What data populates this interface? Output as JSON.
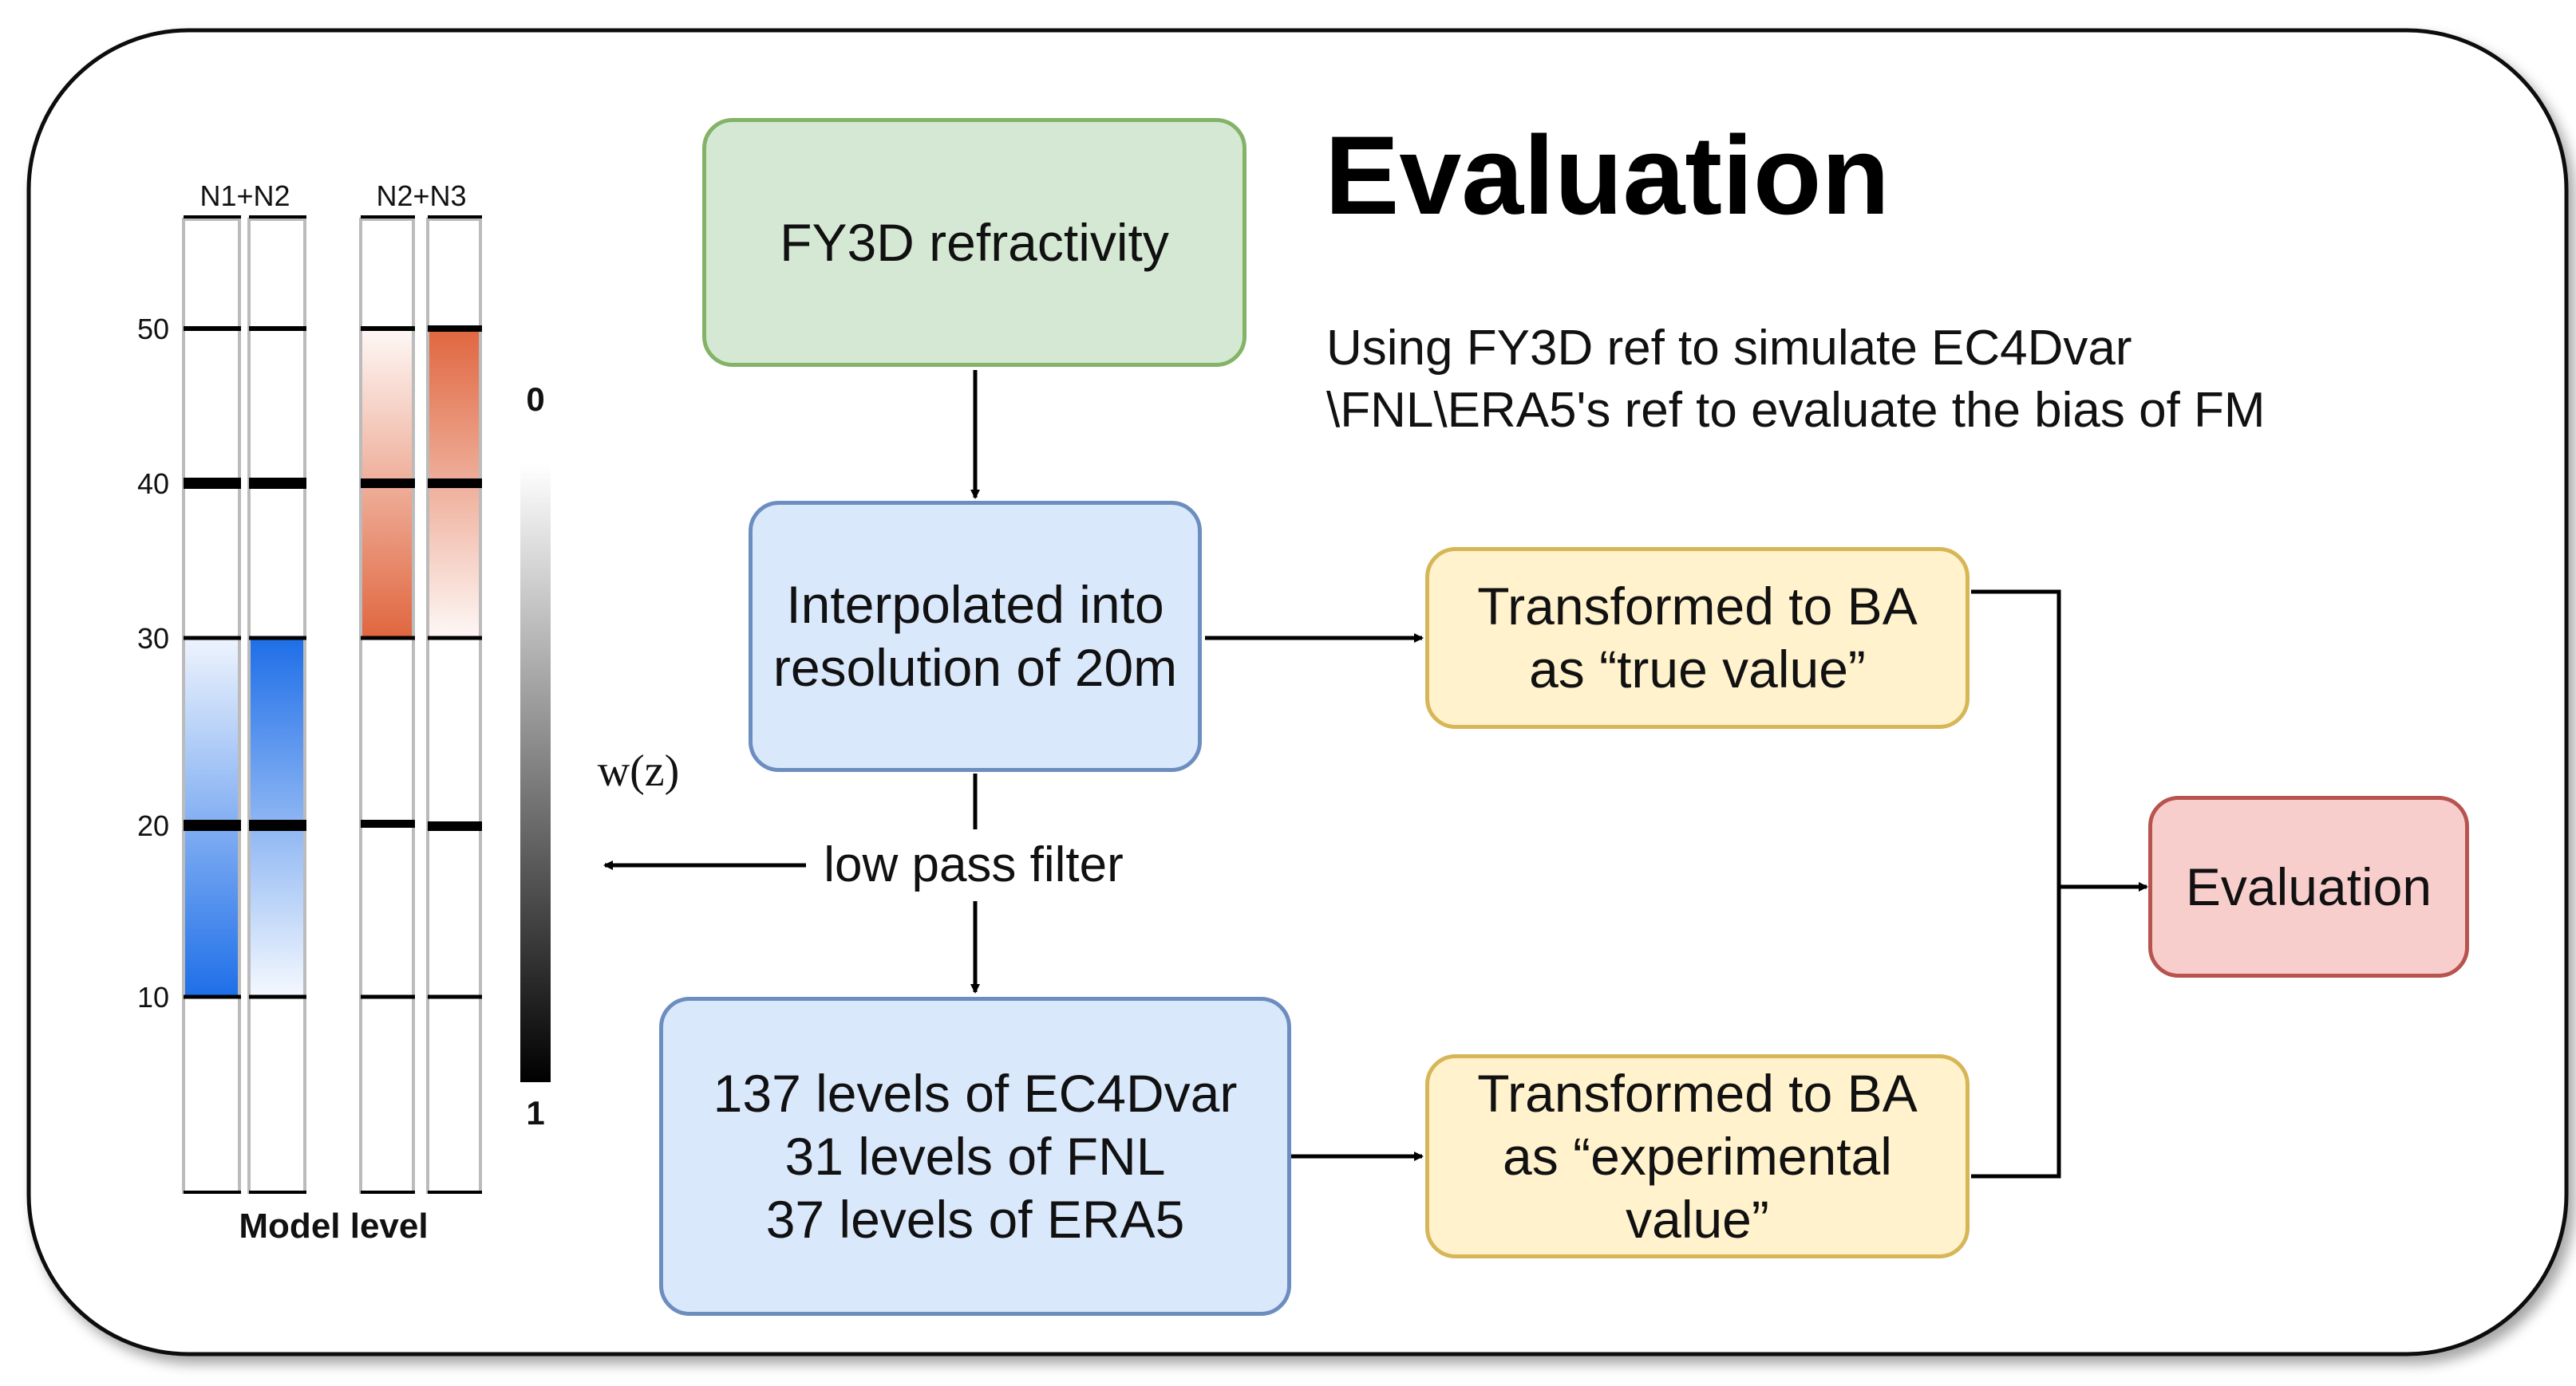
{
  "title": "Evaluation",
  "subtitle": "Using FY3D ref to simulate EC4Dvar\n\\FNL\\ERA5's ref to evaluate the bias of FM",
  "nodes": {
    "fy3d": "FY3D refractivity",
    "interp": "Interpolated into\nresolution of 20m",
    "levels": "137 levels of EC4Dvar\n31 levels of FNL\n37 levels of ERA5",
    "ba_true": "Transformed to BA\nas “true value”",
    "ba_exp": "Transformed to BA\nas “experimental\nvalue”",
    "eval": "Evaluation"
  },
  "edge_labels": {
    "low_pass": "low pass filter"
  },
  "level_chart": {
    "group_labels": [
      "N1+N2",
      "N2+N3"
    ],
    "y_ticks": [
      "50",
      "40",
      "30",
      "20",
      "10"
    ],
    "xlabel": "Model level",
    "colorbar": {
      "label": "w(z)",
      "top": "0",
      "bottom": "1"
    }
  },
  "colors": {
    "blue_fill": "#1f6fe8",
    "red_fill": "#e0663f",
    "green_node": "#d5e8d4",
    "blue_node": "#dae8fc",
    "yellow_node": "#fff2cc",
    "red_node": "#f8cecc"
  }
}
